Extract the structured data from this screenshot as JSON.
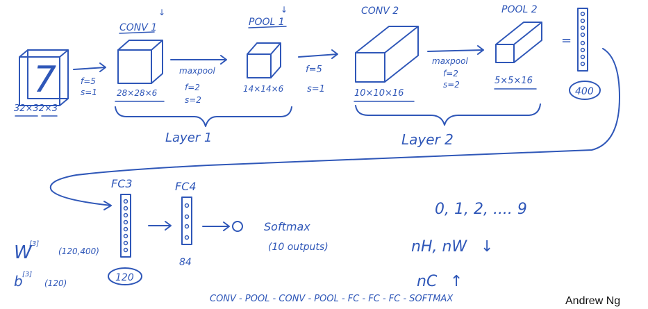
{
  "colors": {
    "ink": "#2f57b8",
    "credit": "#111111",
    "background": "#ffffff"
  },
  "input": {
    "digit": "7",
    "dims": "32×32×3"
  },
  "conv1": {
    "title": "CONV 1",
    "params": [
      "f=5",
      "s=1"
    ],
    "dims": "28×28×6"
  },
  "pool1": {
    "title": "POOL 1",
    "op": "maxpool",
    "params": [
      "f=2",
      "s=2"
    ],
    "dims": "14×14×6"
  },
  "layer1_label": "Layer 1",
  "conv2": {
    "title": "CONV 2",
    "params": [
      "f=5",
      "s=1"
    ],
    "dims": "10×10×16"
  },
  "pool2": {
    "title": "POOL 2",
    "op": "maxpool",
    "params": [
      "f=2",
      "s=2"
    ],
    "dims": "5×5×16"
  },
  "layer2_label": "Layer 2",
  "flatten": {
    "size": "400"
  },
  "fc3": {
    "title": "FC3",
    "size": "120",
    "weights_label": "W",
    "weights_sup": "[3]",
    "weights_shape": "(120,400)",
    "bias_label": "b",
    "bias_sup": "[3]",
    "bias_shape": "(120)"
  },
  "fc4": {
    "title": "FC4",
    "size": "84"
  },
  "softmax": {
    "label": "Softmax",
    "outputs": "(10 outputs)"
  },
  "notes": {
    "classes": "0, 1, 2, .... 9",
    "height_width": "nH, nW",
    "height_width_trend": "↓",
    "channels": "nC",
    "channels_trend": "↑"
  },
  "pattern": "CONV - POOL - CONV - POOL - FC - FC - FC - SOFTMAX",
  "credit": "Andrew Ng"
}
